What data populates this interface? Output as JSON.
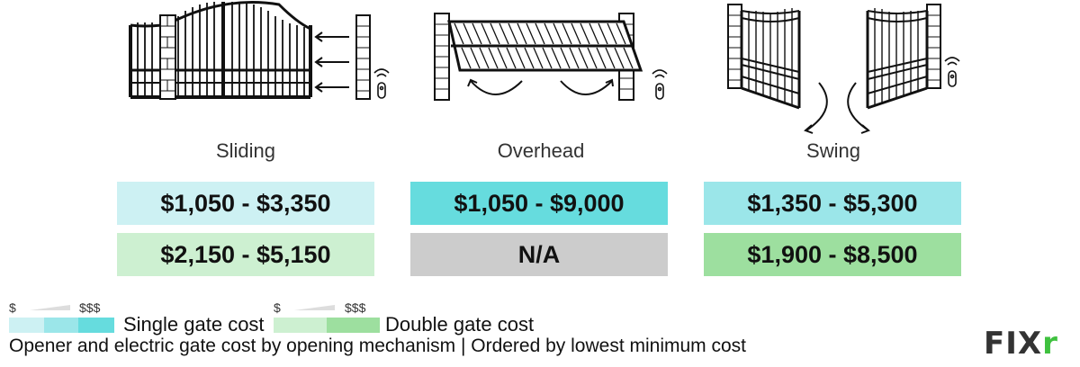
{
  "columns": [
    {
      "label": "Sliding",
      "single": "$1,050 - $3,350",
      "double": "$2,150 - $5,150",
      "single_color": "#cdf1f3",
      "double_color": "#cdf0d1",
      "icon": "sliding-gate-icon"
    },
    {
      "label": "Overhead",
      "single": "$1,050 - $9,000",
      "double": "N/A",
      "single_color": "#66dcde",
      "double_color": "#cccccc",
      "icon": "overhead-gate-icon"
    },
    {
      "label": "Swing",
      "single": "$1,350 - $5,300",
      "double": "$1,900 - $8,500",
      "single_color": "#9be6e9",
      "double_color": "#9ddf9f",
      "icon": "swing-gate-icon"
    }
  ],
  "legend": {
    "low": "$",
    "high": "$$$",
    "single_label": "Single gate cost",
    "double_label": "Double gate cost",
    "single_scale": [
      "#cdf1f3",
      "#9be6e9",
      "#66dcde"
    ],
    "double_scale": [
      "#cdf0d1",
      "#9ddf9f"
    ]
  },
  "caption": "Opener and electric gate cost by opening mechanism | Ordered by lowest minimum cost",
  "logo": {
    "main": "FIX",
    "accent": "r"
  },
  "chart_data": {
    "type": "table",
    "title": "Opener and electric gate cost by opening mechanism",
    "subtitle": "Ordered by lowest minimum cost",
    "categories": [
      "Sliding",
      "Overhead",
      "Swing"
    ],
    "series": [
      {
        "name": "Single gate cost",
        "values": [
          [
            1050,
            3350
          ],
          [
            1050,
            9000
          ],
          [
            1350,
            5300
          ]
        ]
      },
      {
        "name": "Double gate cost",
        "values": [
          [
            2150,
            5150
          ],
          null,
          [
            1900,
            8500
          ]
        ]
      }
    ],
    "units": "USD"
  }
}
